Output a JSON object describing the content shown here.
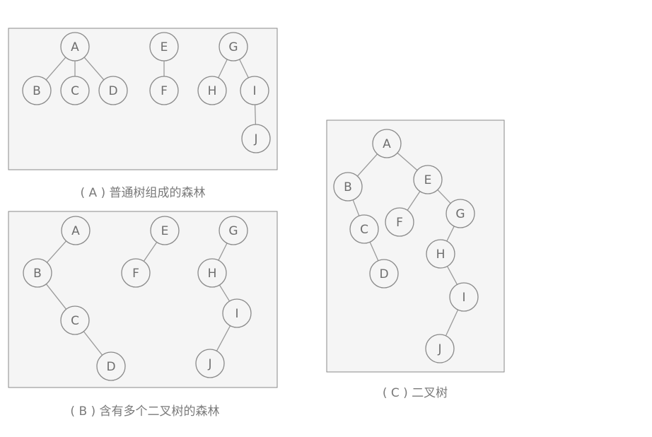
{
  "panels": [
    {
      "caption": "( A ) 普通树组成的森林",
      "nodes": [
        "A",
        "B",
        "C",
        "D",
        "E",
        "F",
        "G",
        "H",
        "I",
        "J"
      ],
      "edges": [
        [
          "A",
          "B"
        ],
        [
          "A",
          "C"
        ],
        [
          "A",
          "D"
        ],
        [
          "E",
          "F"
        ],
        [
          "G",
          "H"
        ],
        [
          "G",
          "I"
        ],
        [
          "I",
          "J"
        ]
      ]
    },
    {
      "caption": "( B ) 含有多个二叉树的森林",
      "nodes": [
        "A",
        "B",
        "C",
        "D",
        "E",
        "F",
        "G",
        "H",
        "I",
        "J"
      ],
      "edges": [
        [
          "A",
          "B"
        ],
        [
          "B",
          "C"
        ],
        [
          "C",
          "D"
        ],
        [
          "E",
          "F"
        ],
        [
          "G",
          "H"
        ],
        [
          "H",
          "I"
        ],
        [
          "I",
          "J"
        ]
      ]
    },
    {
      "caption": "( C ) 二叉树",
      "nodes": [
        "A",
        "B",
        "C",
        "D",
        "E",
        "F",
        "G",
        "H",
        "I",
        "J"
      ],
      "edges": [
        [
          "A",
          "B"
        ],
        [
          "A",
          "E"
        ],
        [
          "B",
          "C"
        ],
        [
          "C",
          "D"
        ],
        [
          "E",
          "F"
        ],
        [
          "E",
          "G"
        ],
        [
          "G",
          "H"
        ],
        [
          "H",
          "I"
        ],
        [
          "I",
          "J"
        ]
      ]
    }
  ]
}
